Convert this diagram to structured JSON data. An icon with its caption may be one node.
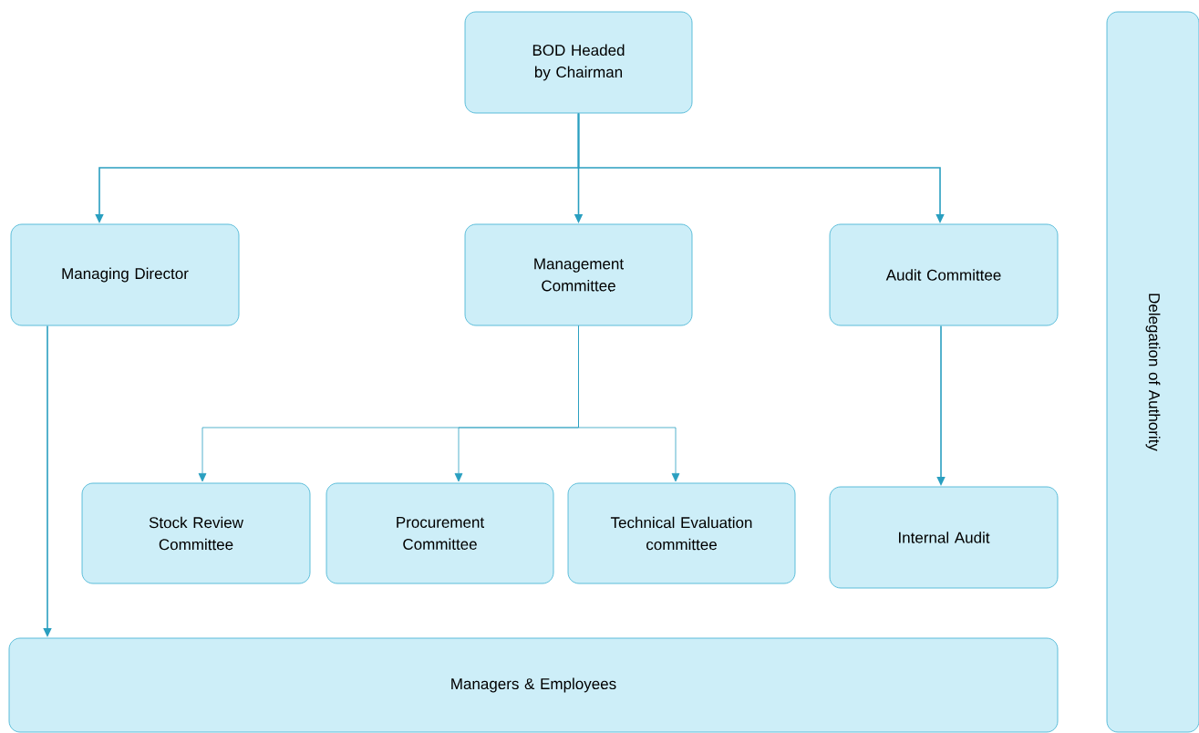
{
  "diagram": {
    "nodes": [
      {
        "text": [
          "BOD Headed by Chairman"
        ]
      },
      {
        "text": [
          "Managing Director"
        ]
      },
      {
        "text": [
          "Management Committee"
        ]
      },
      {
        "text": [
          "Audit Committee"
        ]
      },
      {
        "text": [
          "Stock Review Committee"
        ]
      },
      {
        "text": [
          "Procurement Committee"
        ]
      },
      {
        "text": [
          "Technical Evaluation committee"
        ]
      },
      {
        "text": [
          "Internal Audit"
        ]
      },
      {
        "text": [
          "Managers & Employees"
        ]
      },
      {
        "text": [
          "Delegation of Authority"
        ]
      }
    ],
    "edges": [
      {
        "from": 0,
        "to": 1,
        "arrow": "to"
      },
      {
        "from": 0,
        "to": 2,
        "arrow": "to"
      },
      {
        "from": 0,
        "to": 3,
        "arrow": "to"
      },
      {
        "from": 2,
        "to": 4,
        "arrow": "to"
      },
      {
        "from": 2,
        "to": 5,
        "arrow": "to"
      },
      {
        "from": 2,
        "to": 6,
        "arrow": "to"
      },
      {
        "from": 3,
        "to": 7,
        "arrow": "to"
      },
      {
        "from": 1,
        "to": 8,
        "arrow": "to"
      }
    ]
  }
}
